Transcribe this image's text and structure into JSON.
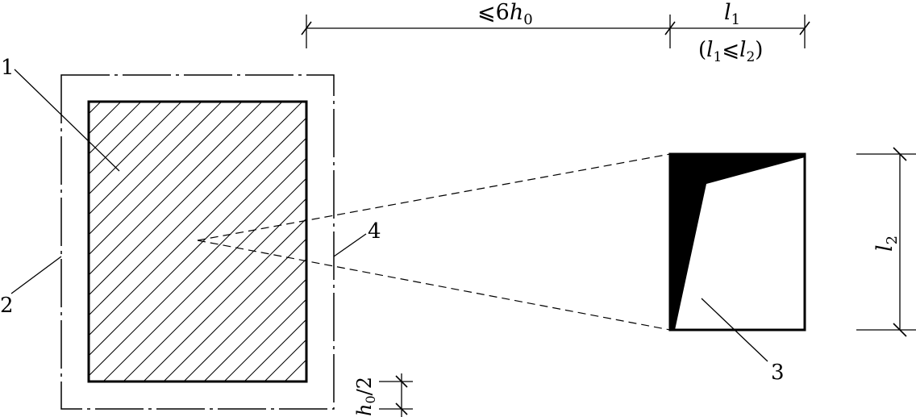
{
  "diagram": {
    "callouts": {
      "c1": "1",
      "c2": "2",
      "c3": "3",
      "c4": "4"
    },
    "dimensions": {
      "top_left": {
        "prefix": "⩽6",
        "var": "h",
        "sub": "0"
      },
      "top_right_main": {
        "var": "l",
        "sub": "1"
      },
      "top_right_note": {
        "open": "(",
        "var1": "l",
        "sub1": "1",
        "rel": "⩽",
        "var2": "l",
        "sub2": "2",
        "close": ")"
      },
      "right_vertical": {
        "var": "l",
        "sub": "2"
      },
      "bottom_small": {
        "var": "h",
        "sub": "0",
        "suffix": "/2"
      }
    }
  }
}
